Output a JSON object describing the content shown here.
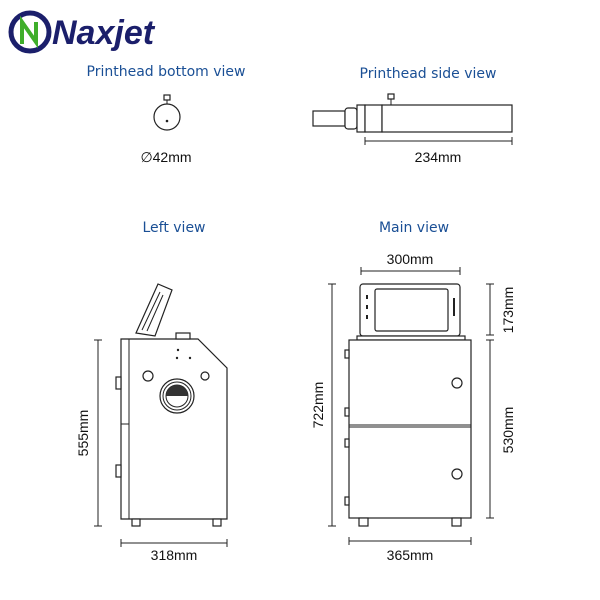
{
  "logo": {
    "brand": "Naxjet"
  },
  "colors": {
    "title": "#1a4f95",
    "logo_navy": "#1b1f6b",
    "logo_green": "#3fae2a"
  },
  "views": {
    "bottom": {
      "title": "Printhead bottom view",
      "dimension": "∅42mm"
    },
    "side": {
      "title": "Printhead side view",
      "dimension": "234mm"
    },
    "left": {
      "title": "Left view",
      "height": "555mm",
      "width": "318mm"
    },
    "main": {
      "title": "Main view",
      "screen_width": "300mm",
      "total_height": "722mm",
      "screen_height": "173mm",
      "cabinet_height": "530mm",
      "width": "365mm"
    }
  }
}
